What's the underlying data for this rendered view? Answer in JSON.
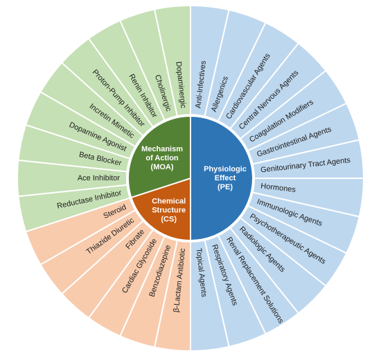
{
  "core": {
    "moa": {
      "lines": [
        "Mechanism",
        "of Action",
        "(MOA)"
      ],
      "color": "#548235"
    },
    "pe": {
      "lines": [
        "Physiologic",
        "Effect",
        "(PE)"
      ],
      "color": "#2e75b6"
    },
    "cs": {
      "lines": [
        "Chemical",
        "Structure",
        "(CS)"
      ],
      "color": "#c55a11"
    }
  },
  "ring_colors": {
    "pe": "#bdd7ee",
    "moa": "#c5e0b4",
    "cs": "#f8cbad"
  },
  "pe_items": [
    "Anti-Infectives",
    "Allergenics",
    "Cardiovascular Agents",
    "Central Nervous Agents",
    "Coagulation Modifiers",
    "Gastrointestinal Agents",
    "Genitourinary Tract Agents",
    "Hormones",
    "Immunologic Agents",
    "Psychotherapeutic Agents",
    "Radiologic Agents",
    "Renal Replacement Solutions",
    "Respiratory Agents",
    "Topical Agents"
  ],
  "cs_items": [
    "β-Lactam Antibiotic",
    "Benzodiazepine",
    "Cardiac Glycoside",
    "Fibrate",
    "Thiazide Diuretic",
    "Steroid"
  ],
  "moa_items": [
    "Reductase Inhibitor",
    "Ace Inhibitor",
    "Beta Blocker",
    "Dopamine Agonist",
    "Incretin Mimetic",
    "Proton-Pump Inhibitor",
    "Renin Inhibitor",
    "Cholinergic",
    "Dopaminergic"
  ]
}
